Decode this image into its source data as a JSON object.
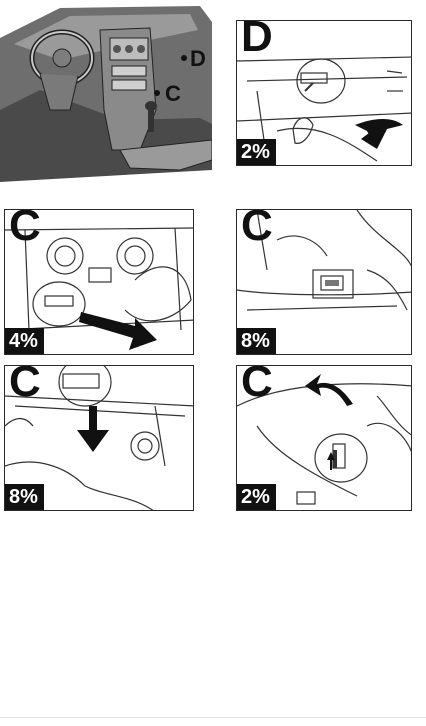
{
  "overview": {
    "marker_d": "D",
    "marker_c": "C"
  },
  "steps": [
    {
      "letter": "D",
      "percent": "2%"
    },
    {
      "letter": "C",
      "percent": "4%"
    },
    {
      "letter": "C",
      "percent": "8%"
    },
    {
      "letter": "C",
      "percent": "8%"
    },
    {
      "letter": "C",
      "percent": "2%"
    }
  ],
  "colors": {
    "ink": "#111111",
    "dash": "#5a5a5a",
    "dash_light": "#9a9a9a"
  }
}
